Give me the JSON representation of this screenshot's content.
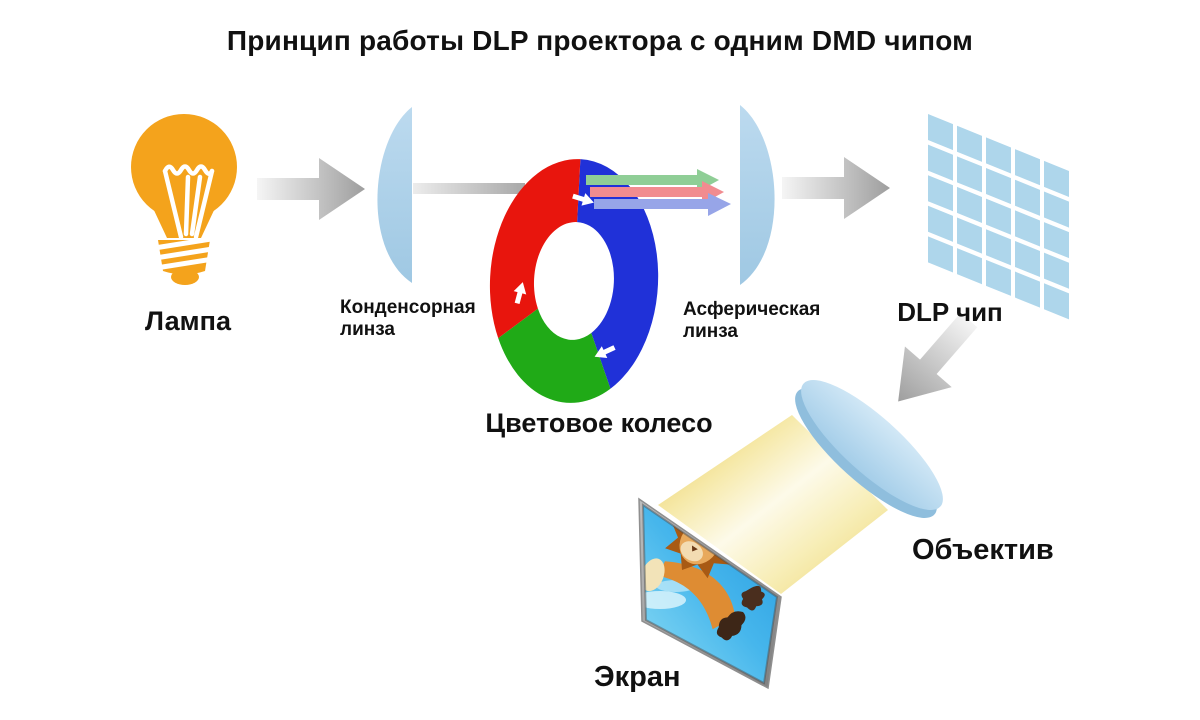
{
  "title": "Принцип работы DLP проектора с одним DMD чипом",
  "components": {
    "lamp": {
      "label": "Лампа",
      "bulb_color": "#F4A31C"
    },
    "condenser_lens": {
      "label_line1": "Конденсорная",
      "label_line2": "линза",
      "color": "#A9CFE8"
    },
    "color_wheel": {
      "label": "Цветовое колесо",
      "segment_colors": {
        "red": "#E8150D",
        "blue": "#2031D8",
        "green": "#20AA17"
      }
    },
    "rgb_beams": {
      "colors": {
        "green": "#8FCE96",
        "red": "#F18C90",
        "blue": "#97A5E8"
      }
    },
    "aspheric_lens": {
      "label_line1": "Асферическая",
      "label_line2": "линза",
      "color": "#A9CFE8"
    },
    "dmd_chip": {
      "label": "DLP чип",
      "rows": 5,
      "cols": 5,
      "tile_color": "#AED6EB"
    },
    "objective": {
      "label": "Объектив",
      "top_color": "#BFDDF0",
      "rim_color": "#8FBEDD"
    },
    "screen": {
      "label": "Экран"
    }
  },
  "palette": {
    "arrow_gray_start": "#F5F5F5",
    "arrow_gray_end": "#9E9E9E",
    "beam_edge": "#EFD77C",
    "beam_core": "#FDFAE9",
    "label_color": "#111111"
  }
}
